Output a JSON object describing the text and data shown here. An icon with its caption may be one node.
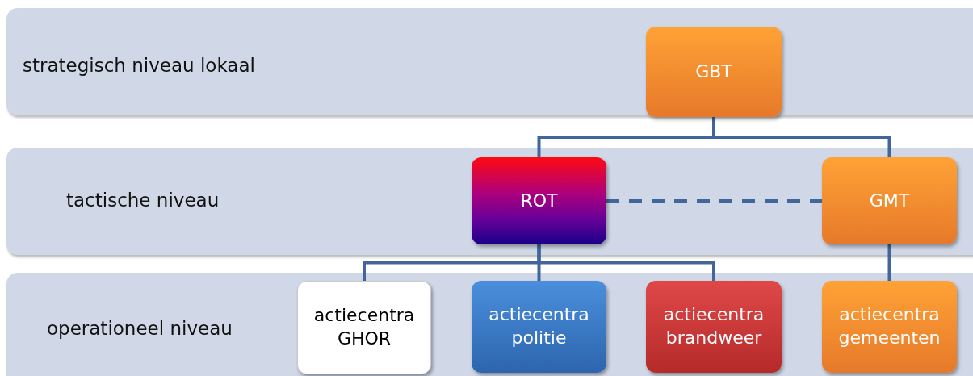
{
  "diagram": {
    "nodes": [
      {
        "text": [
          "strategisch niveau lokaal"
        ]
      },
      {
        "text": [
          "tactische niveau"
        ]
      },
      {
        "text": [
          "operationeel niveau"
        ]
      },
      {
        "text": [
          "GBT"
        ],
        "in": 0
      },
      {
        "text": [
          "ROT"
        ],
        "in": 1
      },
      {
        "text": [
          "GMT"
        ],
        "in": 1
      },
      {
        "text": [
          "actiecentra GHOR"
        ],
        "in": 2
      },
      {
        "text": [
          "actiecentra politie"
        ],
        "in": 2
      },
      {
        "text": [
          "actiecentra brandweer"
        ],
        "in": 2
      },
      {
        "text": [
          "actiecentra gemeenten"
        ],
        "in": 2
      }
    ],
    "edges": [
      {
        "from": 3,
        "to": 4,
        "arrow": "none"
      },
      {
        "from": 3,
        "to": 5,
        "arrow": "none"
      },
      {
        "from": 4,
        "to": 5,
        "arrow": "none",
        "style": "dashed"
      },
      {
        "from": 4,
        "to": 6,
        "arrow": "none"
      },
      {
        "from": 4,
        "to": 7,
        "arrow": "none"
      },
      {
        "from": 4,
        "to": 8,
        "arrow": "none"
      },
      {
        "from": 5,
        "to": 9,
        "arrow": "none"
      }
    ]
  }
}
